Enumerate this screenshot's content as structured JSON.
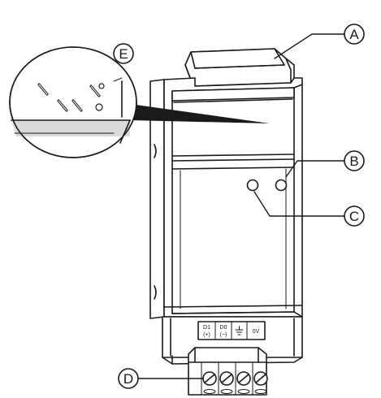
{
  "callouts": {
    "a": "A",
    "b": "B",
    "c": "C",
    "d": "D",
    "e": "E"
  },
  "terminals": {
    "d1_label": "D1",
    "d1_polarity": "(+)",
    "d0_label": "D0",
    "d0_polarity": "(−)",
    "gnd_symbol": "ground-symbol",
    "ov_label": "0V"
  },
  "colors": {
    "stroke": "#1a1a1a",
    "fill": "#ffffff",
    "shade": "#d9d9d9"
  }
}
